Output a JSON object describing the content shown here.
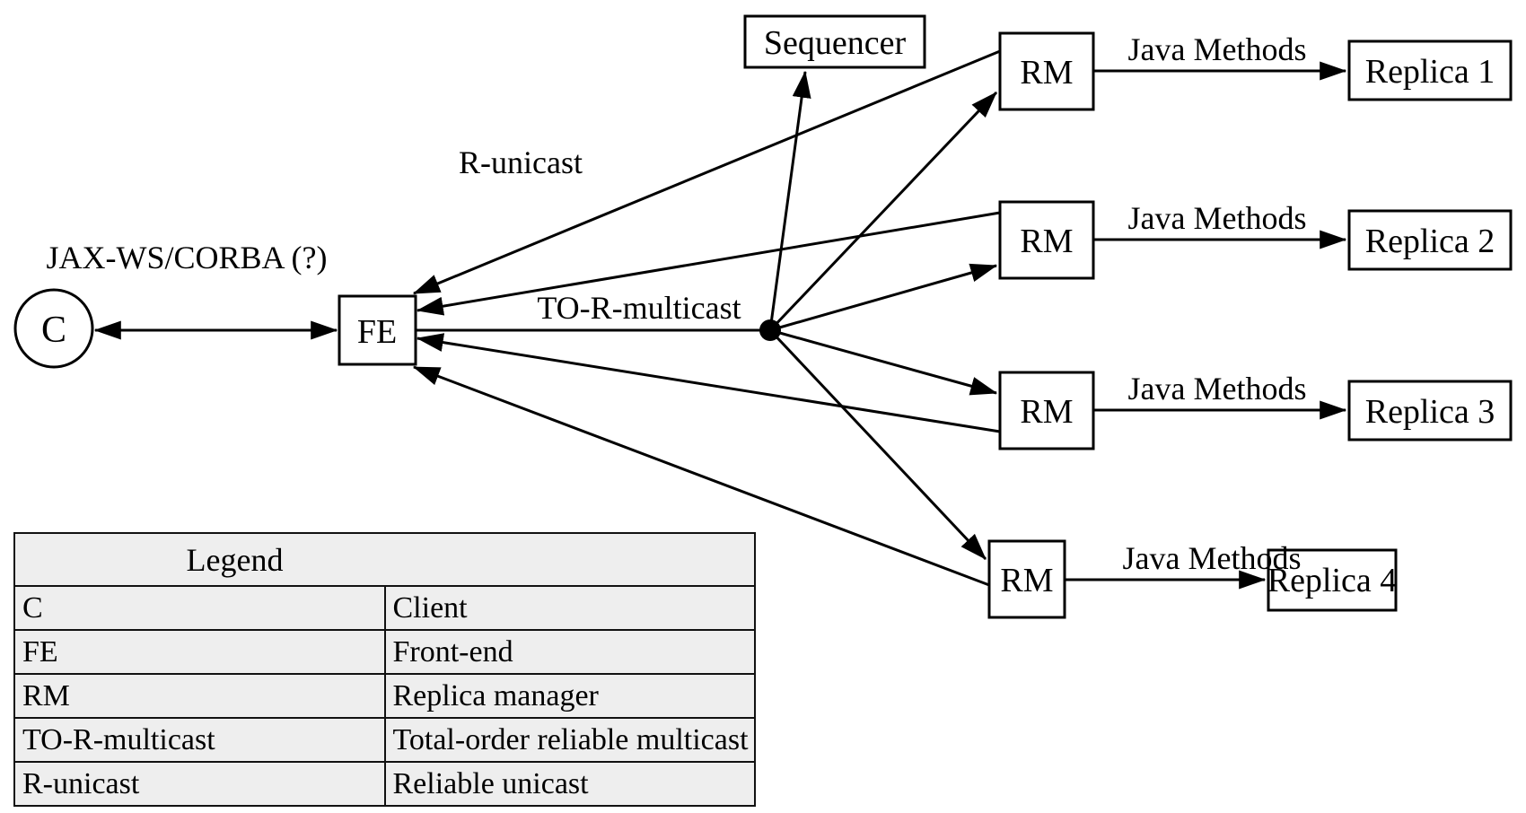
{
  "diagram": {
    "nodes": {
      "client_label": "C",
      "front_end_label": "FE",
      "sequencer_label": "Sequencer",
      "rm_label": "RM",
      "replicas": [
        "Replica 1",
        "Replica 2",
        "Replica 3",
        "Replica 4"
      ]
    },
    "edge_labels": {
      "client_fe": "JAX-WS/CORBA (?)",
      "r_unicast": "R-unicast",
      "to_r_multicast": "TO-R-multicast",
      "java_methods": "Java Methods"
    }
  },
  "legend": {
    "title": "Legend",
    "rows": [
      {
        "term": "C",
        "definition": "Client"
      },
      {
        "term": "FE",
        "definition": "Front-end"
      },
      {
        "term": "RM",
        "definition": "Replica manager"
      },
      {
        "term": "TO-R-multicast",
        "definition": "Total-order reliable multicast"
      },
      {
        "term": "R-unicast",
        "definition": "Reliable unicast"
      }
    ]
  },
  "colors": {
    "ink": "#000000",
    "background": "#ffffff",
    "legend_fill": "#eeeeee"
  }
}
